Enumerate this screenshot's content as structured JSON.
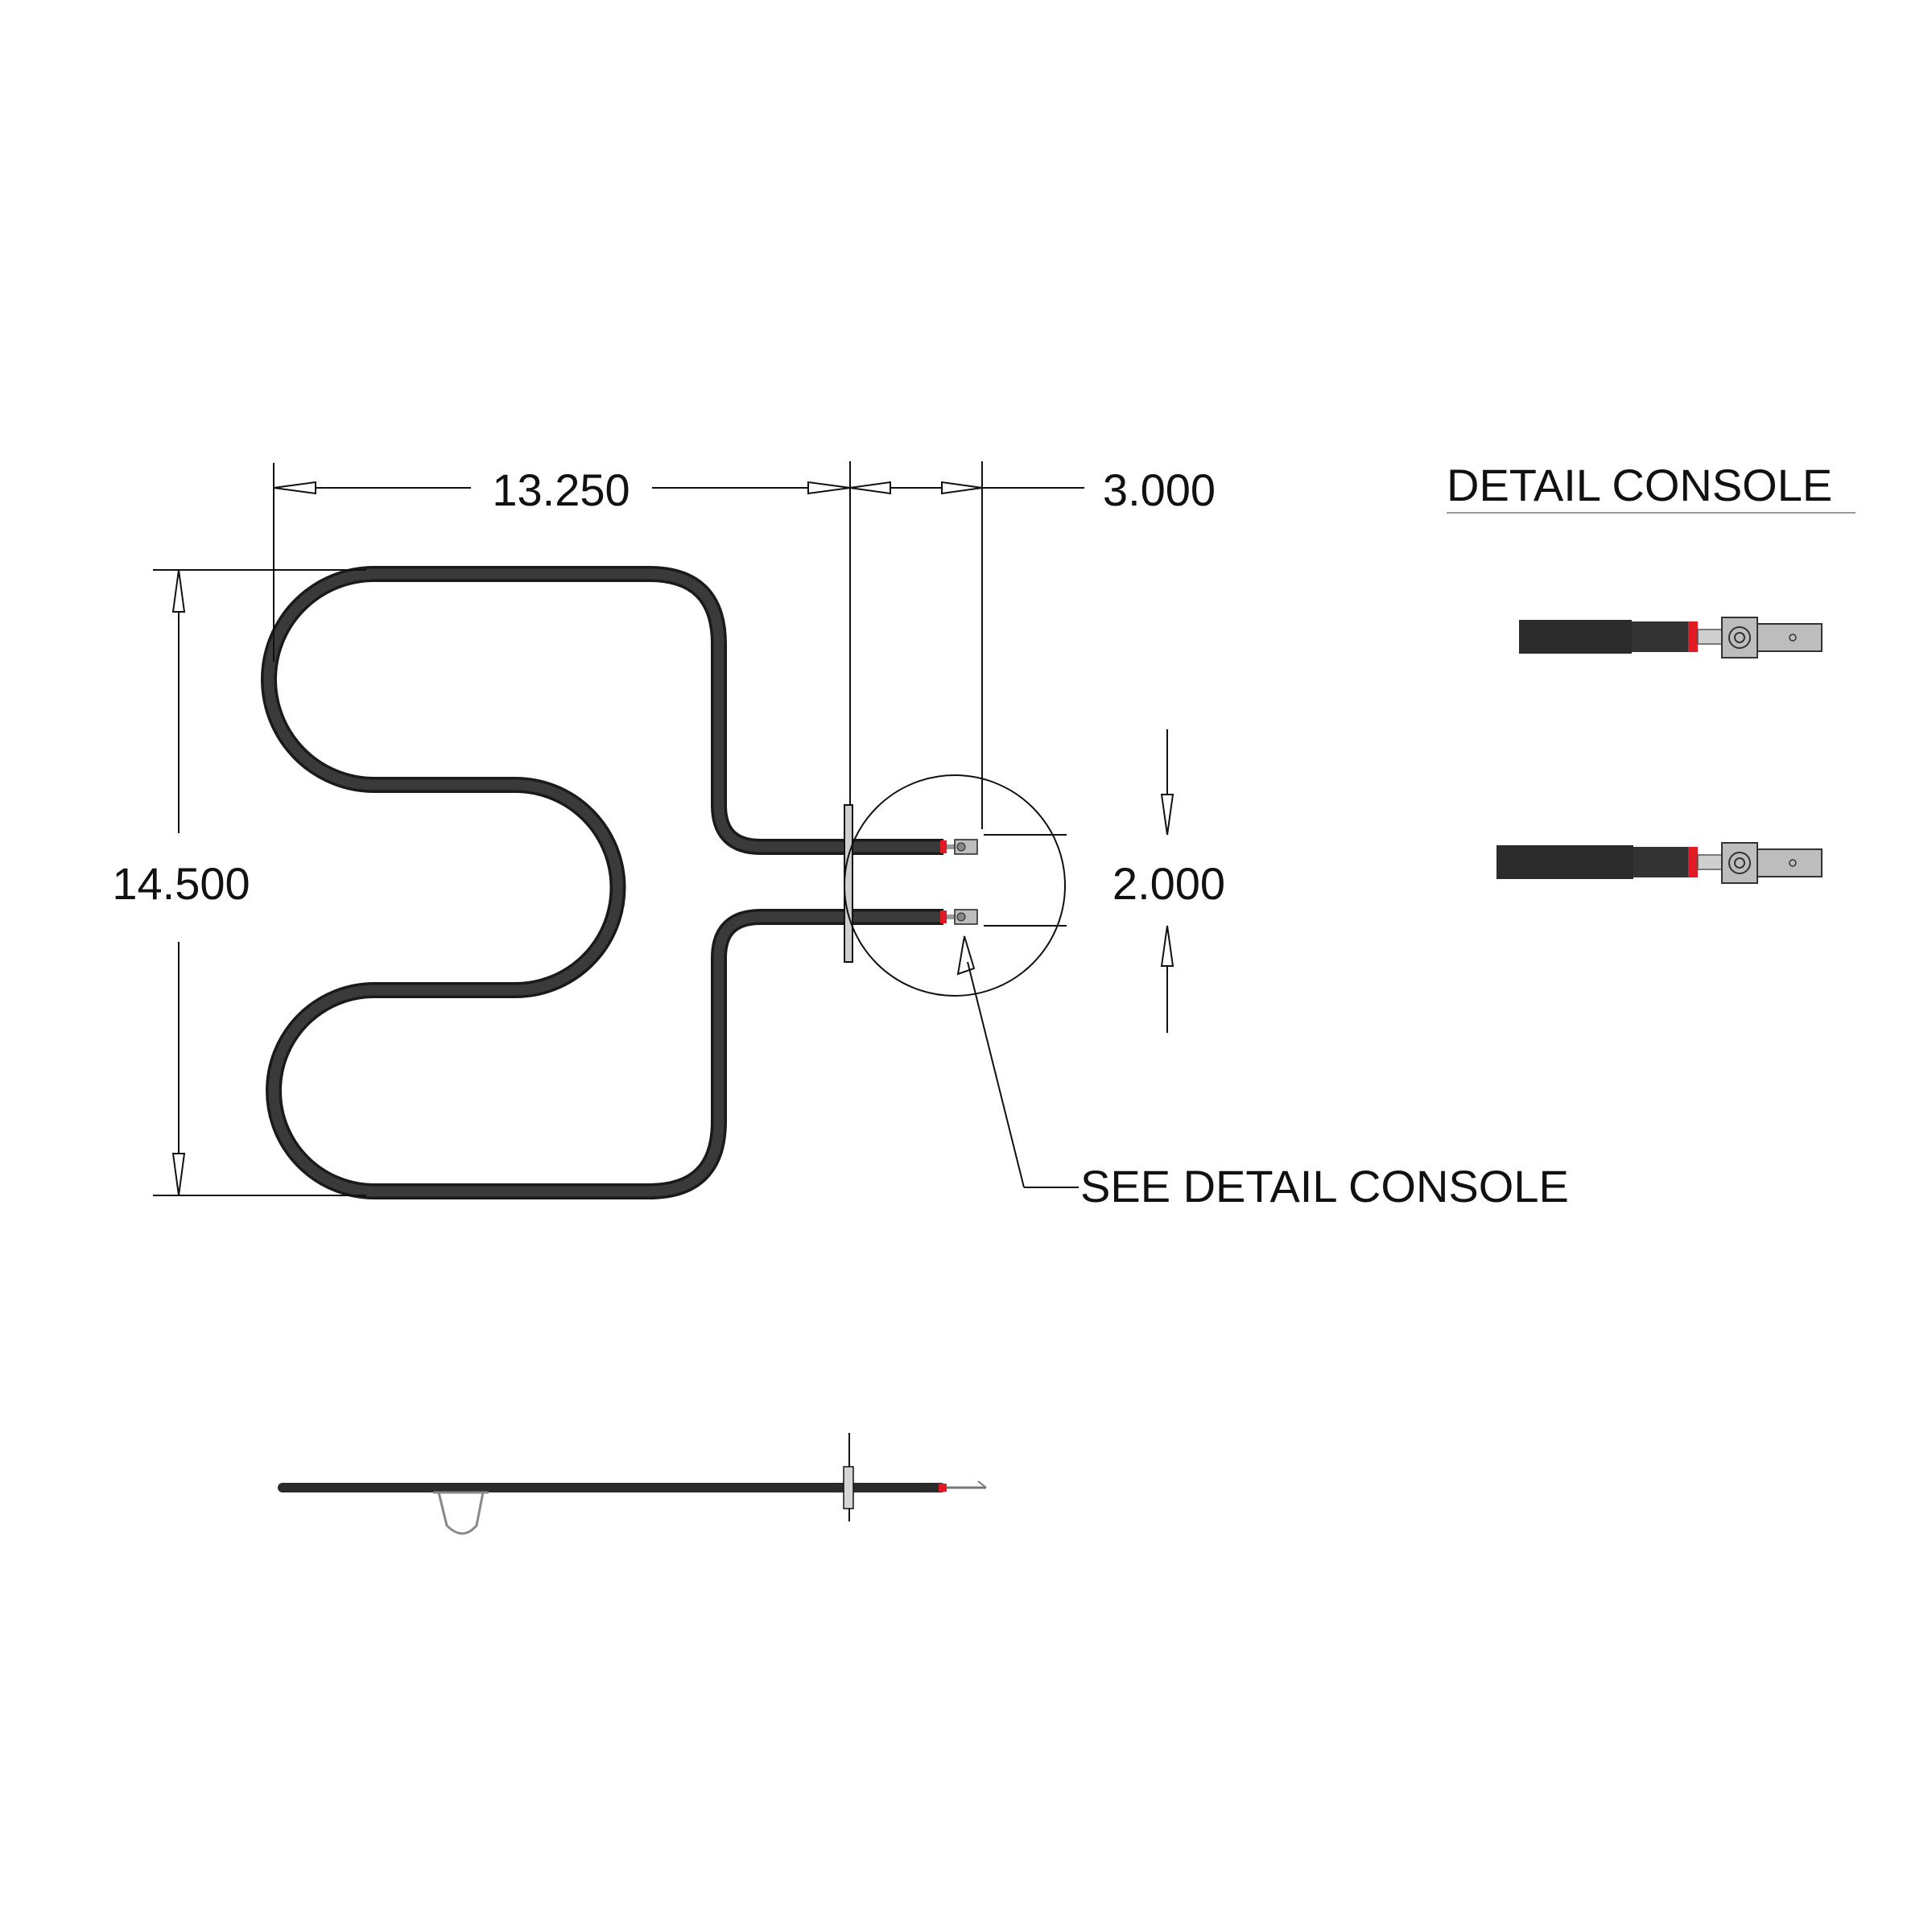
{
  "dimensions": {
    "overall_width": "13.250",
    "console_offset": "3.000",
    "overall_height": "14.500",
    "terminal_spacing": "2.000"
  },
  "callout": {
    "label": "SEE DETAIL CONSOLE"
  },
  "detail": {
    "title": "DETAIL CONSOLE"
  },
  "colors": {
    "element": "#2b2b2b",
    "insulator_band": "#e01b24",
    "terminal": "#b9b9b9",
    "line": "#111111"
  }
}
